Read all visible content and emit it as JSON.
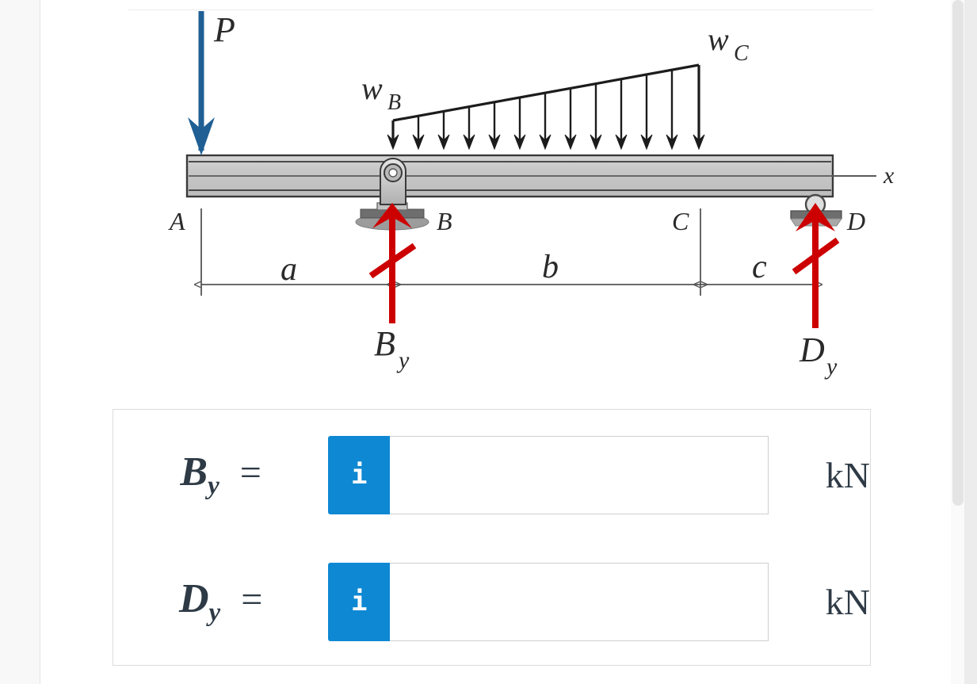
{
  "figure": {
    "title": "Beam free-body diagram with overhang, pin at B and roller at D",
    "point_load_label": "P",
    "distributed_load_start_label": "w",
    "distributed_load_start_sub": "B",
    "distributed_load_end_label": "w",
    "distributed_load_end_sub": "C",
    "axis_label": "x",
    "points": {
      "a_label": "A",
      "b_label": "B",
      "c_label": "C",
      "d_label": "D"
    },
    "dimensions": {
      "a": "a",
      "b": "b",
      "c": "c"
    },
    "reactions": {
      "by_label": "B",
      "by_sub": "y",
      "dy_label": "D",
      "dy_sub": "y"
    },
    "colors": {
      "point_load": "#1f5f94",
      "reaction": "#cc0000",
      "beam_fill": "#c8c8c8",
      "beam_edge": "#404040",
      "dimension_line": "#555555",
      "label_text": "#2a2a2a"
    },
    "distributed_load_arrow_count": 13
  },
  "answers": {
    "rows": [
      {
        "name": "By",
        "symbol": "B",
        "subscript": "y",
        "equals": "=",
        "info_icon": "info-icon",
        "info_glyph": "i",
        "value": "",
        "placeholder": "",
        "unit": "kN"
      },
      {
        "name": "Dy",
        "symbol": "D",
        "subscript": "y",
        "equals": "=",
        "info_icon": "info-icon",
        "info_glyph": "i",
        "value": "",
        "placeholder": "",
        "unit": "kN"
      }
    ],
    "accent_color": "#0e88d3"
  }
}
